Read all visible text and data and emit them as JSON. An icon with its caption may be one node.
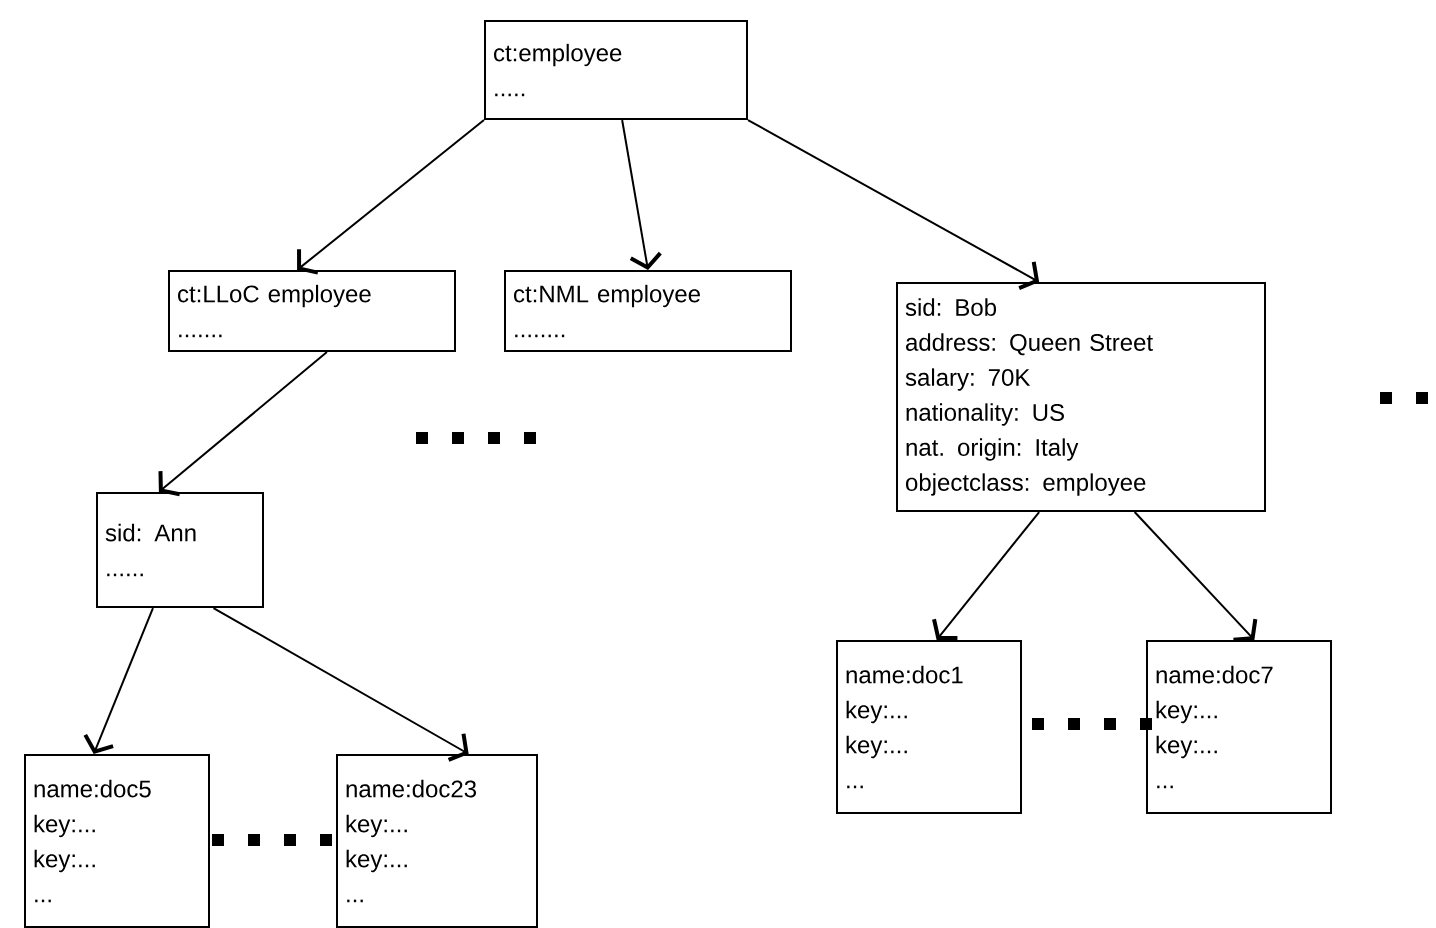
{
  "diagram": {
    "nodes": [
      {
        "text": [
          "ct:employee",
          "....."
        ]
      },
      {
        "text": [
          "ct:LLoC employee",
          "......."
        ]
      },
      {
        "text": [
          "ct:NML employee",
          "........"
        ]
      },
      {
        "text": [
          "sid: Bob",
          "address: Queen Street",
          "salary: 70K",
          "nationality: US",
          "nat. origin: Italy",
          "objectclass: employee"
        ]
      },
      {
        "text": [
          "sid: Ann",
          "......"
        ]
      },
      {
        "text": [
          "name:doc5",
          "key:...",
          "key:...",
          "..."
        ]
      },
      {
        "text": [
          "name:doc23",
          "key:...",
          "key:...",
          "..."
        ]
      },
      {
        "text": [
          "name:doc1",
          "key:...",
          "key:...",
          "..."
        ]
      },
      {
        "text": [
          "name:doc7",
          "key:...",
          "key:...",
          "..."
        ]
      }
    ],
    "edges": [
      {
        "from": 0,
        "to": 1,
        "arrow": "to"
      },
      {
        "from": 0,
        "to": 2,
        "arrow": "to"
      },
      {
        "from": 0,
        "to": 3,
        "arrow": "to"
      },
      {
        "from": 1,
        "to": 4,
        "arrow": "to"
      },
      {
        "from": 4,
        "to": 5,
        "arrow": "to"
      },
      {
        "from": 4,
        "to": 6,
        "arrow": "to"
      },
      {
        "from": 3,
        "to": 7,
        "arrow": "to"
      },
      {
        "from": 3,
        "to": 8,
        "arrow": "to"
      }
    ]
  }
}
